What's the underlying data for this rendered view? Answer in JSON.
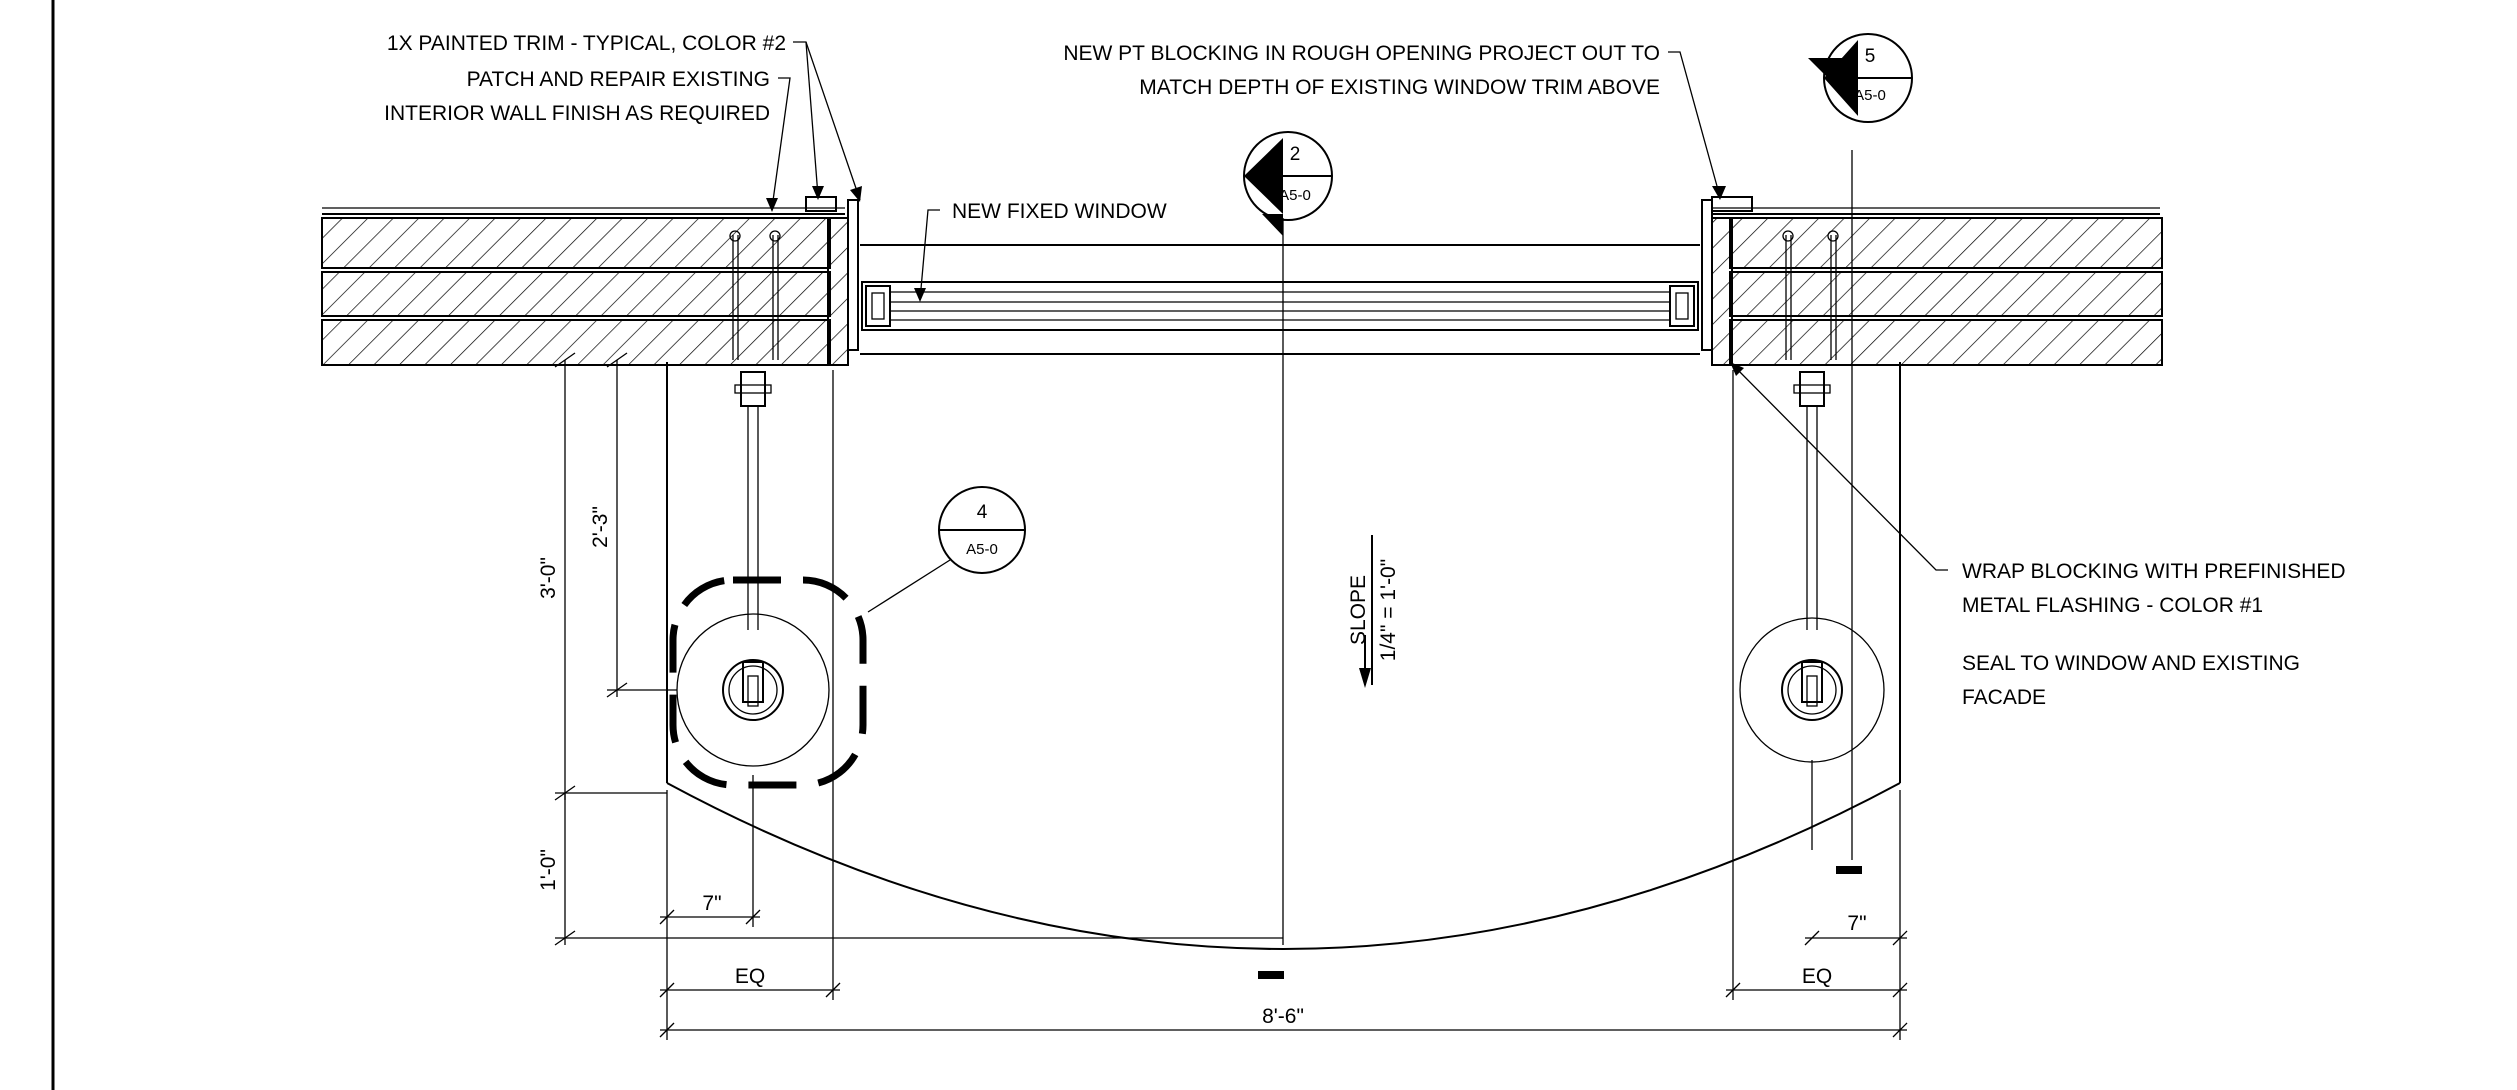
{
  "notes": {
    "trim": "1X PAINTED TRIM  - TYPICAL, COLOR #2",
    "patch_line1": "PATCH AND REPAIR EXISTING",
    "patch_line2": "INTERIOR WALL FINISH AS REQUIRED",
    "blocking_line1": "NEW PT BLOCKING IN ROUGH OPENING PROJECT OUT TO",
    "blocking_line2": "MATCH DEPTH OF EXISTING WINDOW TRIM ABOVE",
    "window": "NEW FIXED WINDOW",
    "wrap_line1": "WRAP BLOCKING WITH PREFINISHED",
    "wrap_line2": "METAL FLASHING - COLOR #1",
    "seal_line1": "SEAL TO WINDOW AND EXISTING",
    "seal_line2": "FACADE",
    "slope_label": "SLOPE",
    "slope_value": "1/4\" = 1'-0\""
  },
  "section_tags": [
    {
      "number": "2",
      "sheet": "A5-0"
    },
    {
      "number": "5",
      "sheet": "A5-0"
    }
  ],
  "detail_tag": {
    "number": "4",
    "sheet": "A5-0"
  },
  "dimensions": {
    "d1": "3'-0\"",
    "d2": "2'-3\"",
    "d3": "1'-0\"",
    "d4": "7\"",
    "d5": "EQ",
    "d6": "8'-6\"",
    "d7": "7\"",
    "d8": "EQ"
  },
  "colors": {
    "line": "#000000",
    "background": "#ffffff"
  }
}
